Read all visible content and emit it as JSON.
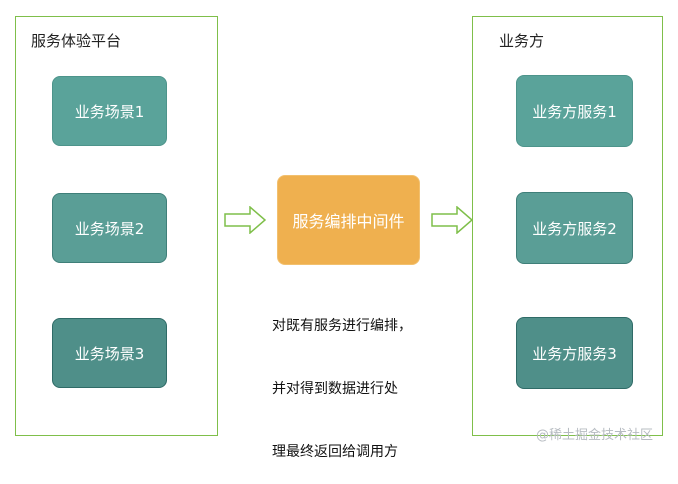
{
  "left_panel": {
    "title": "服务体验平台",
    "scenes": [
      "业务场景1",
      "业务场景2",
      "业务场景3"
    ]
  },
  "middle": {
    "middleware_label": "服务编排中间件",
    "description_lines": [
      "对既有服务进行编排，",
      "并对得到数据进行处",
      "理最终返回给调用方"
    ]
  },
  "right_panel": {
    "title": "业务方",
    "services": [
      "业务方服务1",
      "业务方服务2",
      "业务方服务3"
    ]
  },
  "watermark": "@稀土掘金技术社区",
  "colors": {
    "panel_border": "#7fbf4a",
    "teal": "#5aa39a",
    "orange": "#efb04f",
    "arrow": "#7fbf4a"
  }
}
